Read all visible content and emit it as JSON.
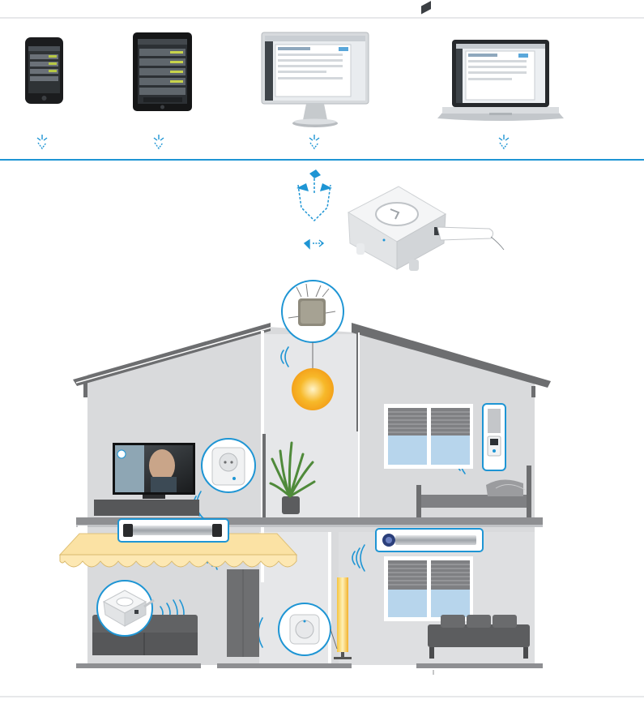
{
  "diagram": {
    "client_devices": [
      {
        "name": "smartphone-icon"
      },
      {
        "name": "tablet-icon"
      },
      {
        "name": "desktop-monitor-icon"
      },
      {
        "name": "laptop-icon"
      }
    ],
    "connections": {
      "device_to_cloud": "wifi-arrow-icon",
      "cloud_to_gateway": "internet-arrow-icon",
      "gateway": "home-gateway-icon"
    },
    "house_devices": [
      "ceiling-light-switch-module",
      "smart-plug",
      "tubular-motor-awning",
      "tubular-motor-blinds",
      "window-remote-control",
      "gateway-unit-living-room",
      "wall-dimmer-switch"
    ],
    "colors": {
      "accent": "#1e95d4",
      "house_wall": "#d6d7d9",
      "house_roof": "#6f7072",
      "awning": "#fbe2a4",
      "window_glass": "#b7d5ec",
      "lamp": "#f7b92a"
    }
  }
}
